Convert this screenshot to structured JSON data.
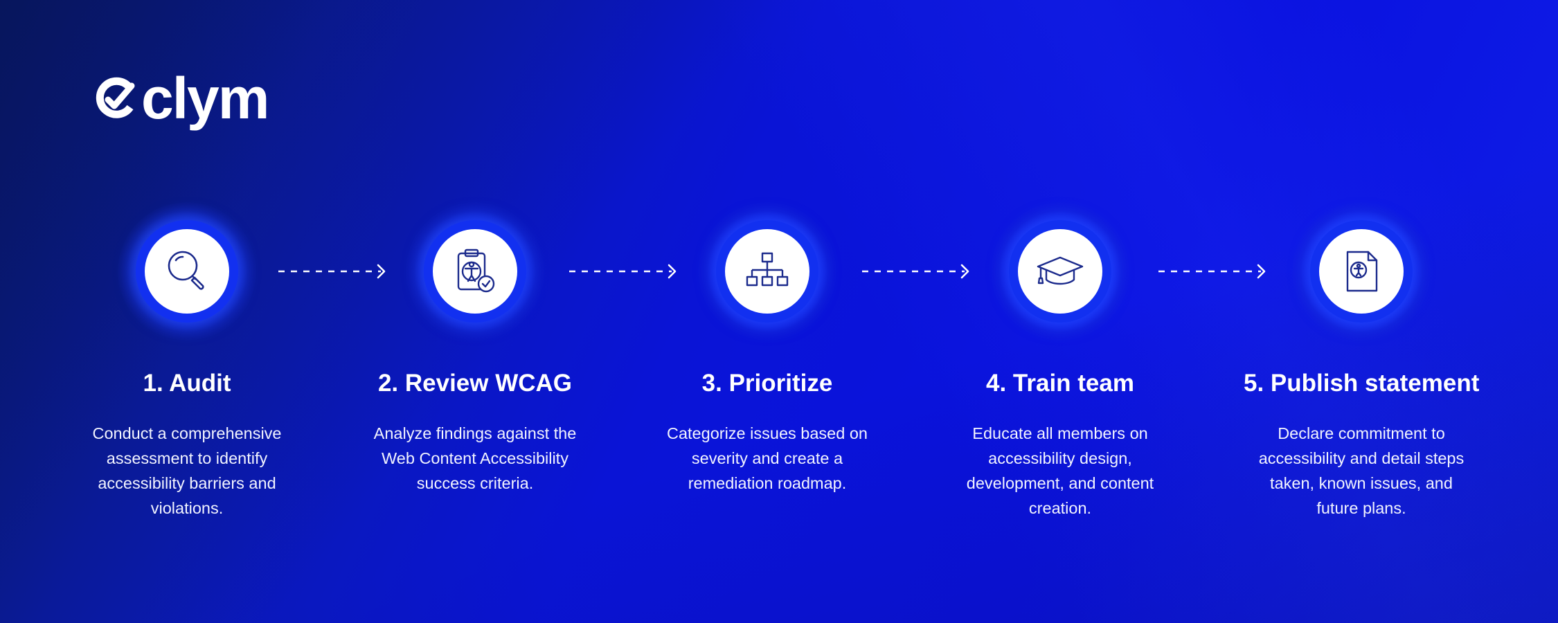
{
  "brand": {
    "name": "clym"
  },
  "colors": {
    "background": "#0a14d6",
    "icon_stroke": "#1b2a8c",
    "text": "#ffffff"
  },
  "steps": [
    {
      "title": "1. Audit",
      "description": "Conduct a comprehensive assessment to identify accessibility barriers and violations.",
      "icon": "magnifier-icon"
    },
    {
      "title": "2. Review WCAG",
      "description": "Analyze findings against the Web Content Accessibility success criteria.",
      "icon": "accessibility-clipboard-icon"
    },
    {
      "title": "3. Prioritize",
      "description": "Categorize issues based on severity and create a remediation roadmap.",
      "icon": "hierarchy-icon"
    },
    {
      "title": "4. Train team",
      "description": "Educate all members on accessibility design, development, and content creation.",
      "icon": "graduation-cap-icon"
    },
    {
      "title": "5. Publish statement",
      "description": "Declare commitment to accessibility and detail steps taken, known issues, and future plans.",
      "icon": "accessibility-document-icon"
    }
  ]
}
